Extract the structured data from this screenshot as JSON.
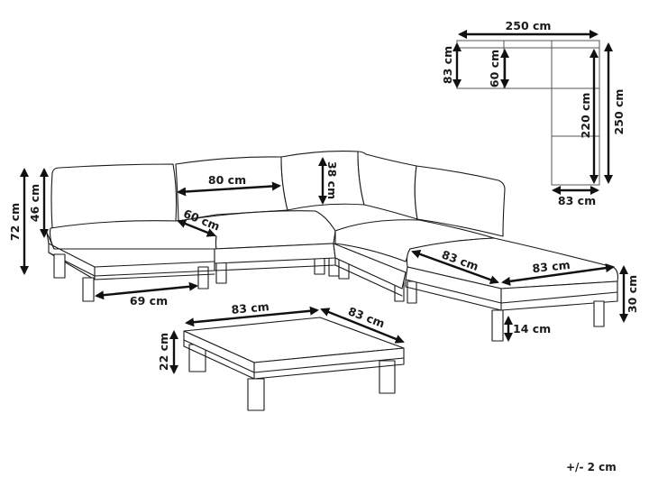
{
  "diagram": {
    "subject": "Outdoor corner sofa set with coffee table — dimension drawing",
    "tolerance": "+/- 2 cm",
    "plan_view": {
      "overall_width": "250 cm",
      "overall_depth": "250 cm",
      "module_depth": "83 cm",
      "seat_depth": "60 cm",
      "inner_length": "220 cm",
      "ottoman_width": "83 cm"
    },
    "sofa": {
      "total_height": "72 cm",
      "backrest_height": "46 cm",
      "backrest_width": "80 cm",
      "seat_depth": "60 cm",
      "cushion_height": "38 cm",
      "leg_span": "69 cm"
    },
    "ottoman": {
      "depth": "83 cm",
      "width": "83 cm",
      "height": "30 cm",
      "leg_height": "14 cm"
    },
    "coffee_table": {
      "width": "83 cm",
      "depth": "83 cm",
      "height": "22 cm"
    }
  },
  "colors": {
    "line": "#1a1a1a",
    "plan_line": "#555555",
    "background": "#ffffff"
  }
}
